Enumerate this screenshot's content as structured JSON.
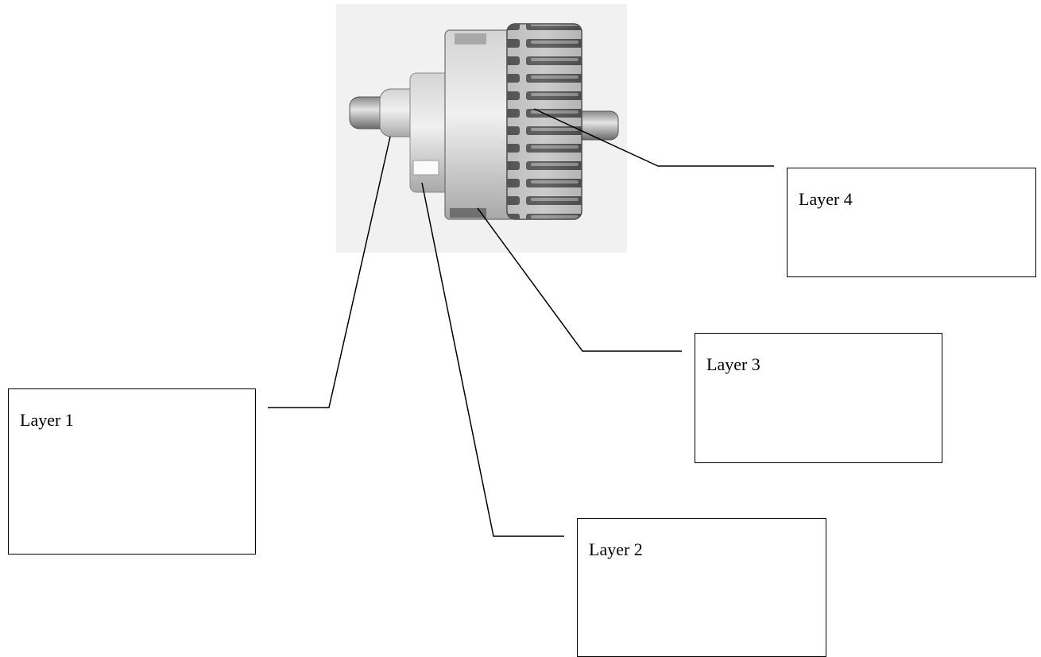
{
  "labels": {
    "layer_1": "Layer 1",
    "layer_2": "Layer 2",
    "layer_3": "Layer 3",
    "layer_4": "Layer 4"
  },
  "image": {
    "subject": "gear-assembly-photo"
  }
}
